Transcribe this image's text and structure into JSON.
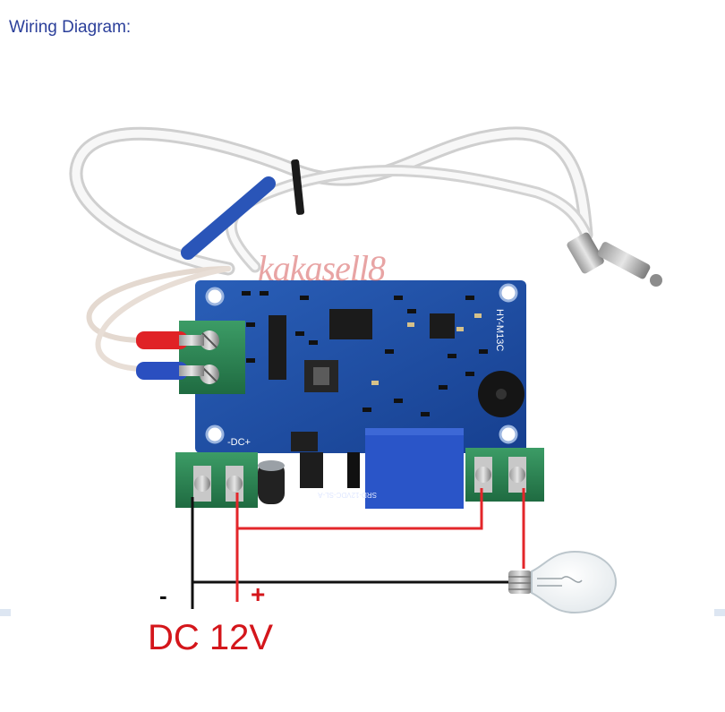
{
  "header": {
    "title": "Wiring Diagram:"
  },
  "board": {
    "watermark": "kakasell8",
    "dc_terminal_label": "-DC+",
    "model_label": "HY-M13C",
    "relay_label": "SRD-12VDC-SL-A"
  },
  "labels": {
    "minus": "-",
    "plus": "+",
    "supply": "DC 12V"
  },
  "colors": {
    "board": "#1e4ea6",
    "terminal": "#2f8a57",
    "positive_wire": "#e3262a",
    "negative_wire": "#111111",
    "relay": "#2a55c8",
    "title": "#2b3f9a"
  }
}
